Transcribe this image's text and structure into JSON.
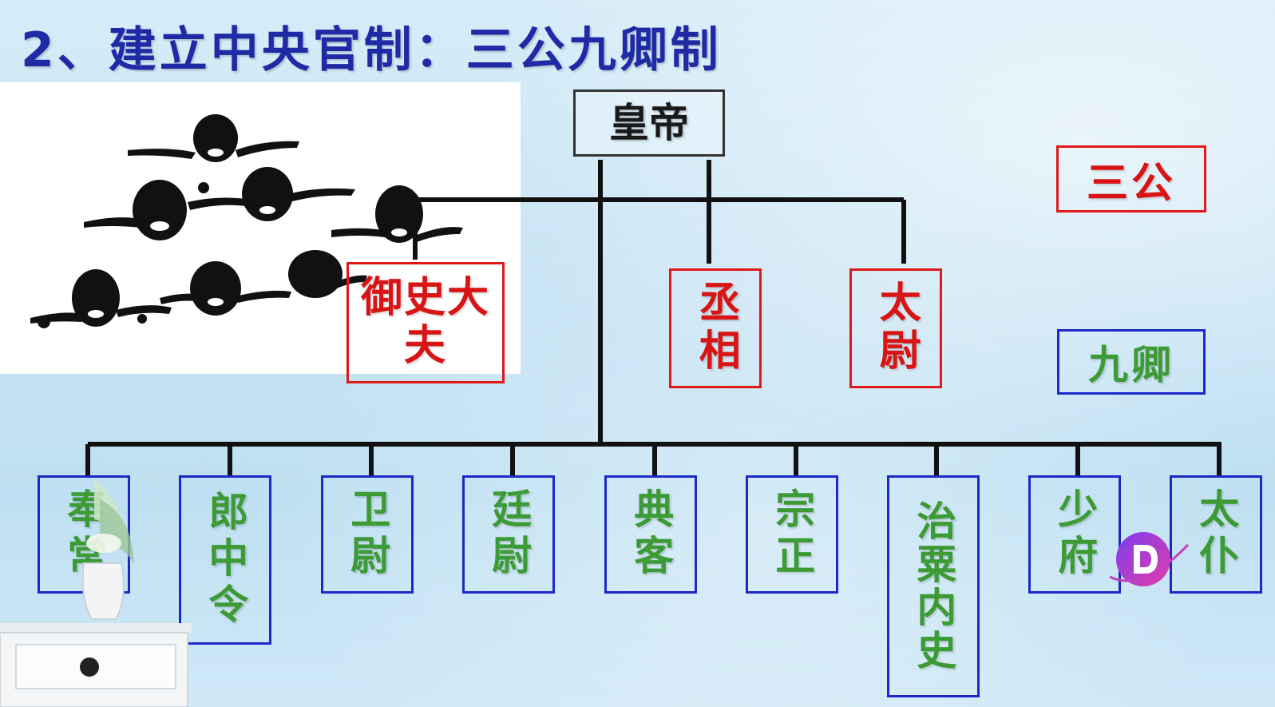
{
  "title": "2、建立中央官制：三公九卿制",
  "emperor": "皇帝",
  "three_dukes": {
    "yushi": "御史大夫",
    "chengxiang": "丞相",
    "taiwei": "太尉"
  },
  "nine_ministers": [
    "奉常",
    "郎中令",
    "卫尉",
    "廷尉",
    "典客",
    "宗正",
    "治粟内史",
    "少府",
    "太仆"
  ],
  "legend": {
    "three_dukes_label": "三公",
    "nine_ministers_label": "九卿"
  },
  "colors": {
    "title": "#1f2aa6",
    "duke_border": "#e01818",
    "duke_text": "#d81414",
    "minister_border": "#1c28c8",
    "minister_text": "#3c9b35"
  }
}
